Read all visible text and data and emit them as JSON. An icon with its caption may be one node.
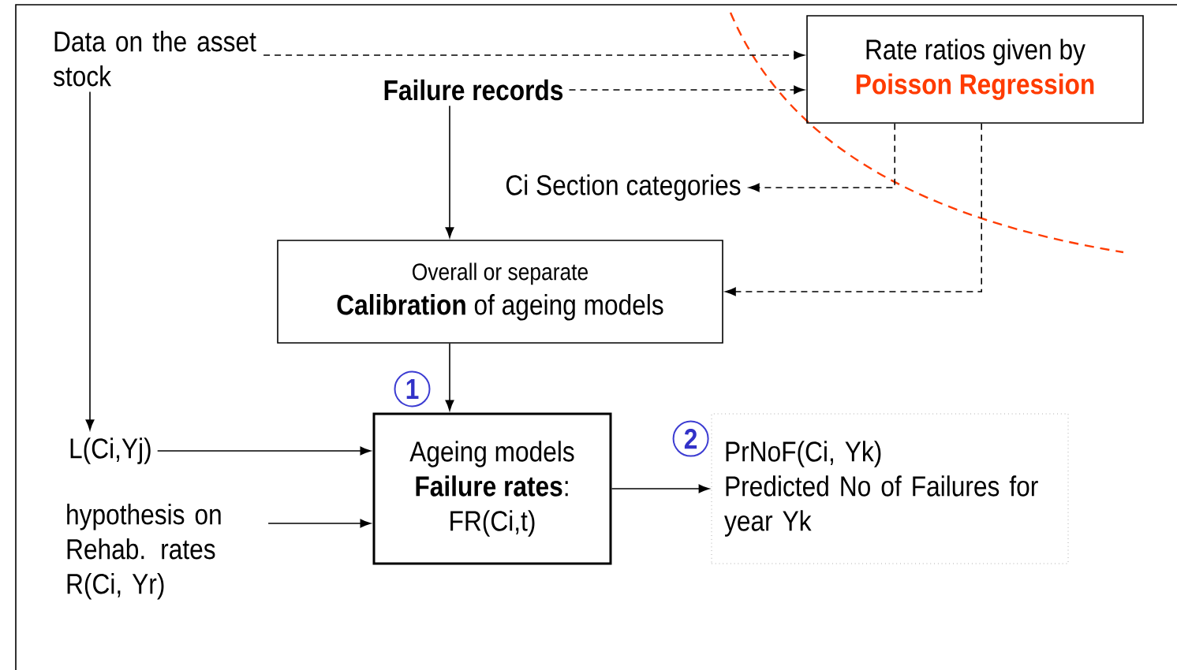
{
  "diagram": {
    "nodes": [
      {
        "text": [
          "Data on the asset stock"
        ]
      },
      {
        "text": [
          "Failure records"
        ]
      },
      {
        "text": [
          "Rate ratios given by",
          "Poisson Regression"
        ]
      },
      {
        "text": [
          "Ci  Section categories"
        ]
      },
      {
        "text": [
          "Overall or separate",
          "**Calibration** of ageing models"
        ]
      },
      {
        "text": [
          "L(Ci,Yj)"
        ]
      },
      {
        "text": [
          "hypothesis on Rehab. rates R(Ci, Yr)"
        ]
      },
      {
        "text": [
          "Ageing models",
          "**Failure rates**:",
          "FR(Ci,t)"
        ],
        "beside": [
          "1"
        ]
      },
      {
        "text": [
          "PrNoF(Ci, Yk)",
          "Predicted No of Failures for year Yk"
        ],
        "beside": [
          "2"
        ]
      }
    ],
    "edges": [
      {
        "from": 0,
        "to": 5,
        "arrow": "to"
      },
      {
        "from": 0,
        "to": 2,
        "arrow": "to",
        "style": "dashed"
      },
      {
        "from": 1,
        "to": 2,
        "arrow": "to",
        "style": "dashed"
      },
      {
        "from": 1,
        "to": 4,
        "arrow": "to"
      },
      {
        "from": 2,
        "to": 3,
        "arrow": "to",
        "style": "dashed"
      },
      {
        "from": 2,
        "to": 4,
        "arrow": "to",
        "style": "dashed"
      },
      {
        "from": 4,
        "to": 7,
        "arrow": "to"
      },
      {
        "from": 5,
        "to": 7,
        "arrow": "to"
      },
      {
        "from": 6,
        "to": 7,
        "arrow": "to"
      },
      {
        "from": 7,
        "to": 8,
        "arrow": "to"
      }
    ]
  }
}
